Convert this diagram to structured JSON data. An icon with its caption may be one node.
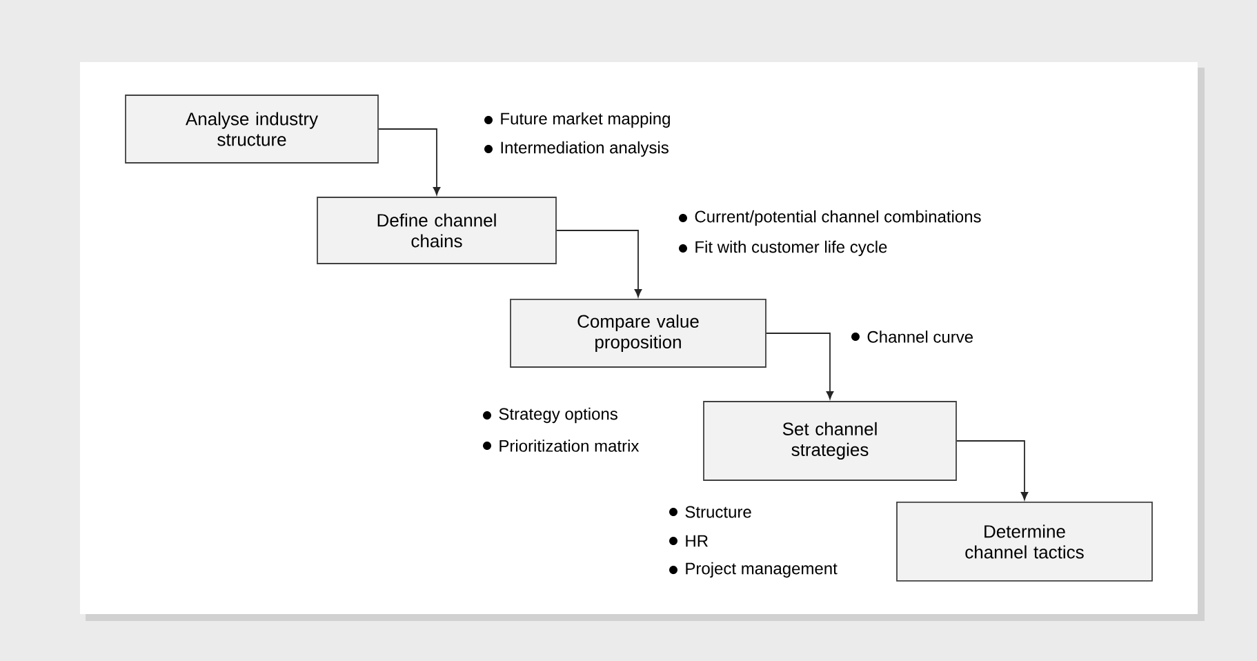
{
  "diagram": {
    "nodes": [
      {
        "text": [
          "Analyse industry structure"
        ],
        "beside": [
          "Future market mapping",
          "Intermediation analysis"
        ]
      },
      {
        "text": [
          "Define channel chains"
        ],
        "beside": [
          "Current/potential channel combinations",
          "Fit with customer life cycle"
        ]
      },
      {
        "text": [
          "Compare value proposition"
        ]
      },
      {
        "text": [
          "Set channel strategies"
        ],
        "beside": [
          "Strategy options",
          "Prioritization matrix"
        ]
      },
      {
        "text": [
          "Determine channel tactics"
        ],
        "beside": [
          "Structure",
          "HR",
          "Project management"
        ]
      }
    ],
    "edges": [
      {
        "from": 0,
        "to": 1,
        "arrow": "to"
      },
      {
        "from": 1,
        "to": 2,
        "arrow": "to"
      },
      {
        "from": 2,
        "to": 3,
        "arrow": "to"
      },
      {
        "from": 3,
        "to": 4,
        "arrow": "to"
      }
    ],
    "labels": [
      "Channel curve"
    ]
  }
}
